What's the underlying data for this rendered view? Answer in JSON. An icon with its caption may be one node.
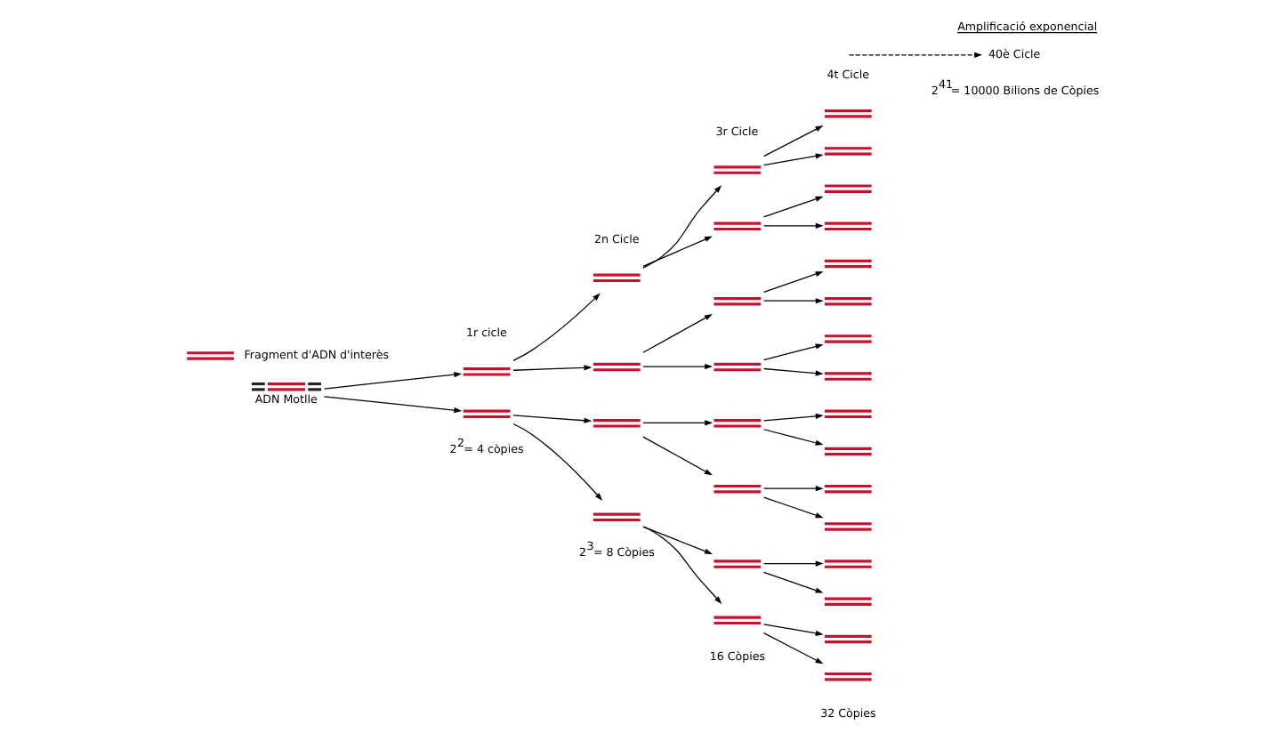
{
  "diagram": {
    "title": "Amplificació exponencial",
    "nodes": [
      {
        "text": [],
        "shape": "bar",
        "beside": [
          "ADN Motlle"
        ]
      },
      {
        "text": [],
        "shape": "bar"
      },
      {
        "text": [],
        "shape": "bar"
      },
      {
        "text": [],
        "shape": "bar"
      },
      {
        "text": [],
        "shape": "bar"
      },
      {
        "text": [],
        "shape": "bar"
      },
      {
        "text": [],
        "shape": "bar"
      },
      {
        "text": [],
        "shape": "bar"
      },
      {
        "text": [],
        "shape": "bar"
      },
      {
        "text": [],
        "shape": "bar"
      },
      {
        "text": [],
        "shape": "bar"
      },
      {
        "text": [],
        "shape": "bar"
      },
      {
        "text": [],
        "shape": "bar"
      },
      {
        "text": [],
        "shape": "bar"
      },
      {
        "text": [],
        "shape": "bar"
      },
      {
        "text": [],
        "shape": "bar"
      },
      {
        "text": [],
        "shape": "bar"
      },
      {
        "text": [],
        "shape": "bar"
      },
      {
        "text": [],
        "shape": "bar"
      },
      {
        "text": [],
        "shape": "bar"
      },
      {
        "text": [],
        "shape": "bar"
      },
      {
        "text": [],
        "shape": "bar"
      },
      {
        "text": [],
        "shape": "bar"
      },
      {
        "text": [],
        "shape": "bar"
      },
      {
        "text": [],
        "shape": "bar"
      },
      {
        "text": [],
        "shape": "bar"
      },
      {
        "text": [],
        "shape": "bar"
      },
      {
        "text": [],
        "shape": "bar"
      },
      {
        "text": [],
        "shape": "bar"
      },
      {
        "text": [],
        "shape": "bar"
      },
      {
        "text": [],
        "shape": "bar"
      },
      {
        "text": [
          "40è Cicle"
        ]
      }
    ],
    "edges": [
      {
        "from": 0,
        "to": 1,
        "arrow": "to"
      },
      {
        "from": 0,
        "to": 2,
        "arrow": "to"
      },
      {
        "from": 1,
        "to": 3,
        "arrow": "to"
      },
      {
        "from": 1,
        "to": 4,
        "arrow": "to"
      },
      {
        "from": 2,
        "to": 5,
        "arrow": "to"
      },
      {
        "from": 2,
        "to": 6,
        "arrow": "to"
      },
      {
        "from": 3,
        "to": 7,
        "arrow": "to"
      },
      {
        "from": 3,
        "to": 8,
        "arrow": "to"
      },
      {
        "from": 4,
        "to": 9,
        "arrow": "to"
      },
      {
        "from": 4,
        "to": 10,
        "arrow": "to"
      },
      {
        "from": 5,
        "to": 11,
        "arrow": "to"
      },
      {
        "from": 5,
        "to": 12,
        "arrow": "to"
      },
      {
        "from": 6,
        "to": 13,
        "arrow": "to"
      },
      {
        "from": 6,
        "to": 14,
        "arrow": "to"
      },
      {
        "from": 7,
        "to": 15,
        "arrow": "to"
      },
      {
        "from": 7,
        "to": 16,
        "arrow": "to"
      },
      {
        "from": 8,
        "to": 17,
        "arrow": "to"
      },
      {
        "from": 8,
        "to": 18,
        "arrow": "to"
      },
      {
        "from": 9,
        "to": 19,
        "arrow": "to"
      },
      {
        "from": 9,
        "to": 20,
        "arrow": "to"
      },
      {
        "from": 10,
        "to": 21,
        "arrow": "to"
      },
      {
        "from": 10,
        "to": 22,
        "arrow": "to"
      },
      {
        "from": 11,
        "to": 23,
        "arrow": "to"
      },
      {
        "from": 11,
        "to": 24,
        "arrow": "to"
      },
      {
        "from": 12,
        "to": 25,
        "arrow": "to"
      },
      {
        "from": 12,
        "to": 26,
        "arrow": "to"
      },
      {
        "from": 13,
        "to": 27,
        "arrow": "to"
      },
      {
        "from": 13,
        "to": 28,
        "arrow": "to"
      },
      {
        "from": 14,
        "to": 29,
        "arrow": "to"
      },
      {
        "from": 14,
        "to": 30,
        "arrow": "to"
      },
      {
        "from": null,
        "to": 31,
        "arrow": "to",
        "style": "dashed"
      }
    ],
    "labels": [
      "4t Cicle",
      "3r Cicle",
      "2n Cicle",
      "1r cicle",
      "2$^{2}$= 4 còpies",
      "2$^{3}$= 8 Còpies",
      "16 Còpies",
      "32 Còpies",
      "2$^{41}$= 10000 Bilions de Còpies"
    ],
    "legend": [
      {
        "text": "Fragment d'ADN d'interès"
      }
    ]
  }
}
